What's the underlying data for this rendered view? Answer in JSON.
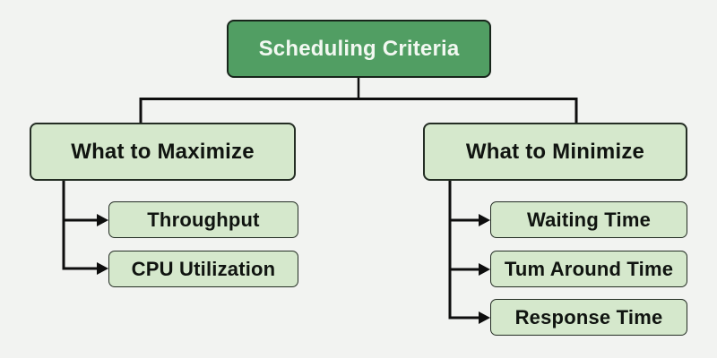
{
  "diagram": {
    "root": {
      "label": "Scheduling Criteria"
    },
    "branches": [
      {
        "label": "What to Maximize",
        "children": [
          {
            "label": "Throughput"
          },
          {
            "label": "CPU Utilization"
          }
        ]
      },
      {
        "label": "What to Minimize",
        "children": [
          {
            "label": "Waiting Time"
          },
          {
            "label": "Tum Around Time"
          },
          {
            "label": "Response Time"
          }
        ]
      }
    ],
    "colors": {
      "background": "#f2f3f1",
      "root_fill": "#519e63",
      "root_border": "#18251b",
      "root_text": "#f2f8f1",
      "node_fill": "#d5e8cc",
      "node_border": "#242d24",
      "node_text": "#101410",
      "connector": "#0e0e0e"
    }
  }
}
